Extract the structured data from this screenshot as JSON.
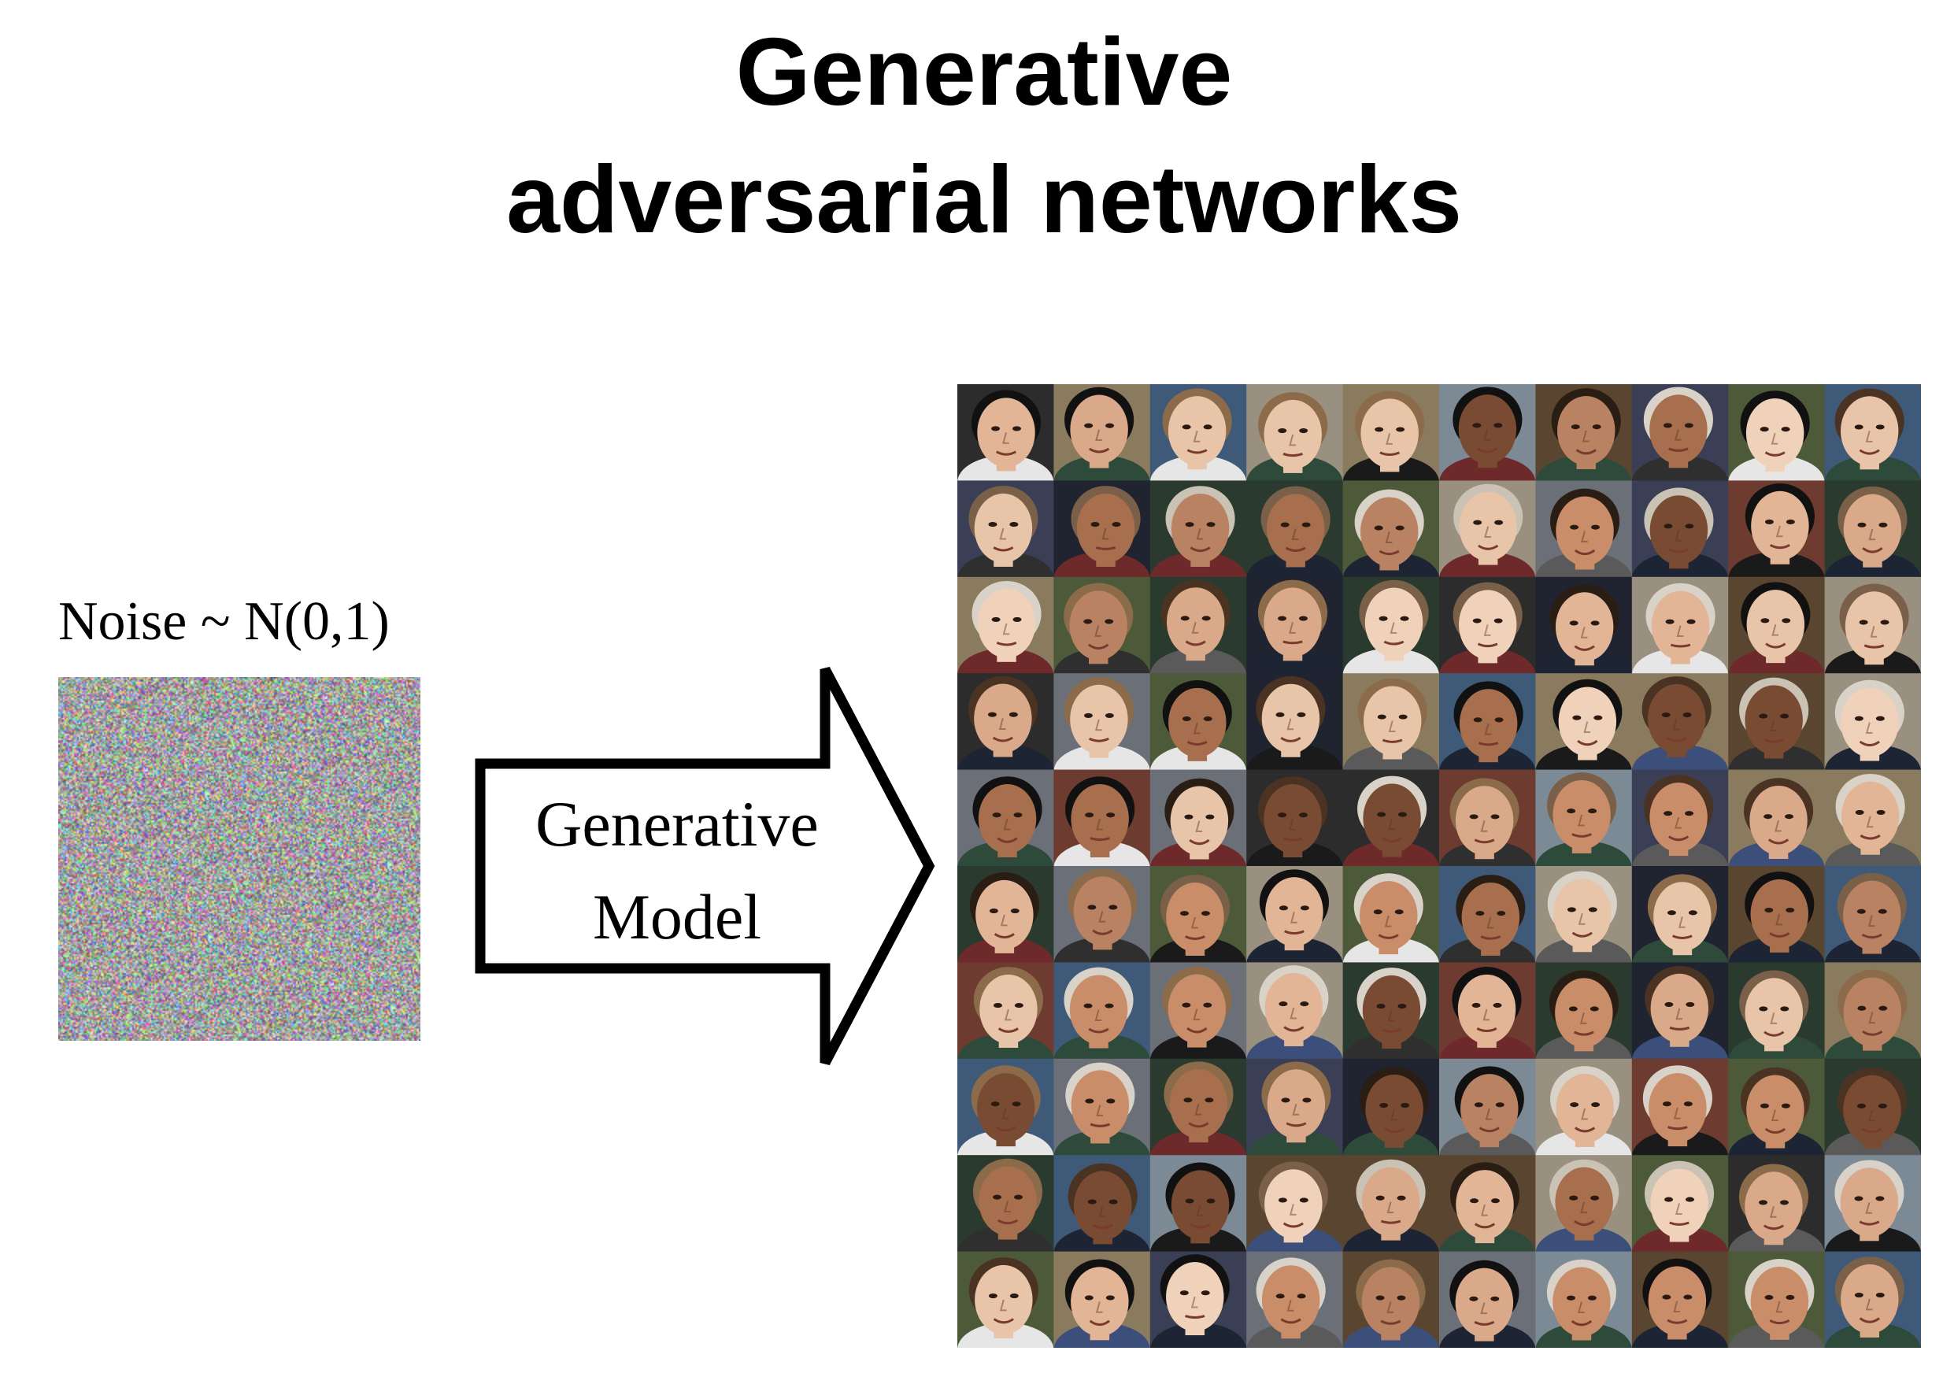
{
  "title": {
    "line1": "Generative",
    "line2": "adversarial networks"
  },
  "noise": {
    "label": "Noise ~ N(0,1)"
  },
  "arrow": {
    "line1": "Generative",
    "line2": "Model"
  },
  "face_grid": {
    "rows": 10,
    "columns": 10
  }
}
